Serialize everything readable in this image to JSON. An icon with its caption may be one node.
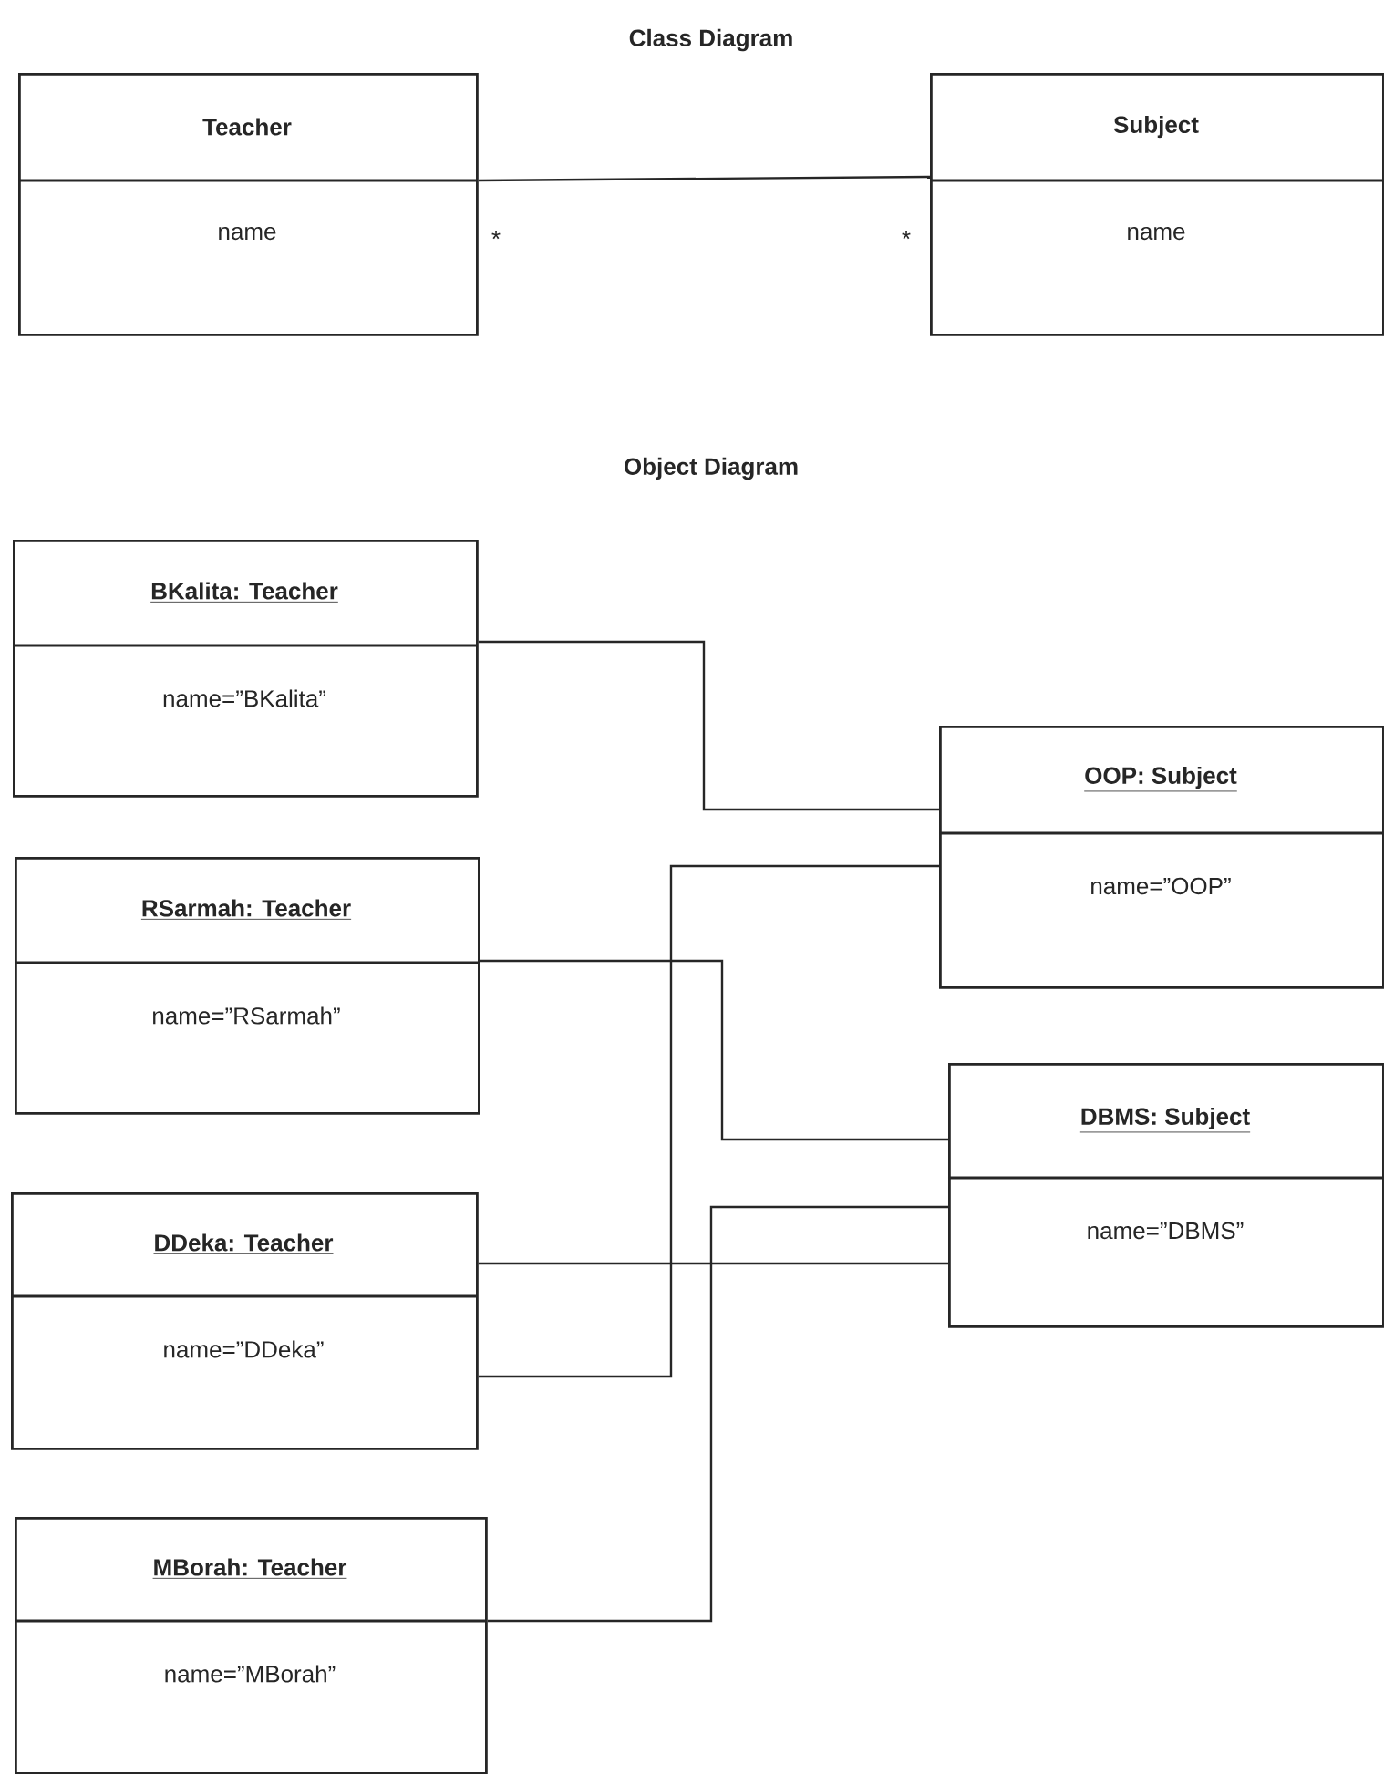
{
  "diagram": {
    "title": "Class Diagram",
    "nodes": [
      {
        "text": [
          "Teacher",
          "name"
        ]
      },
      {
        "text": [
          "Subject",
          "name"
        ]
      },
      {
        "text": [
          "BKalita: Teacher",
          "name=”BKalita”"
        ]
      },
      {
        "text": [
          "OOP: Subject",
          "name=”OOP”"
        ]
      },
      {
        "text": [
          "RSarmah: Teacher",
          "name=”RSarmah”"
        ]
      },
      {
        "text": [
          "DBMS: Subject",
          "name=”DBMS”"
        ]
      },
      {
        "text": [
          "DDeka: Teacher",
          "name=”DDeka”"
        ]
      },
      {
        "text": [
          "MBorah: Teacher",
          "name=”MBorah”"
        ]
      }
    ],
    "edges": [
      {
        "from": 0,
        "to": 1,
        "arrow": "none"
      },
      {
        "from": 2,
        "to": 3,
        "arrow": "none"
      },
      {
        "from": 4,
        "to": 5,
        "arrow": "none"
      },
      {
        "from": 6,
        "to": 5,
        "arrow": "none"
      },
      {
        "from": 6,
        "to": 3,
        "arrow": "none"
      },
      {
        "from": 7,
        "to": 5,
        "arrow": "none"
      }
    ],
    "labels": [
      "*",
      "*",
      "Object Diagram"
    ]
  }
}
